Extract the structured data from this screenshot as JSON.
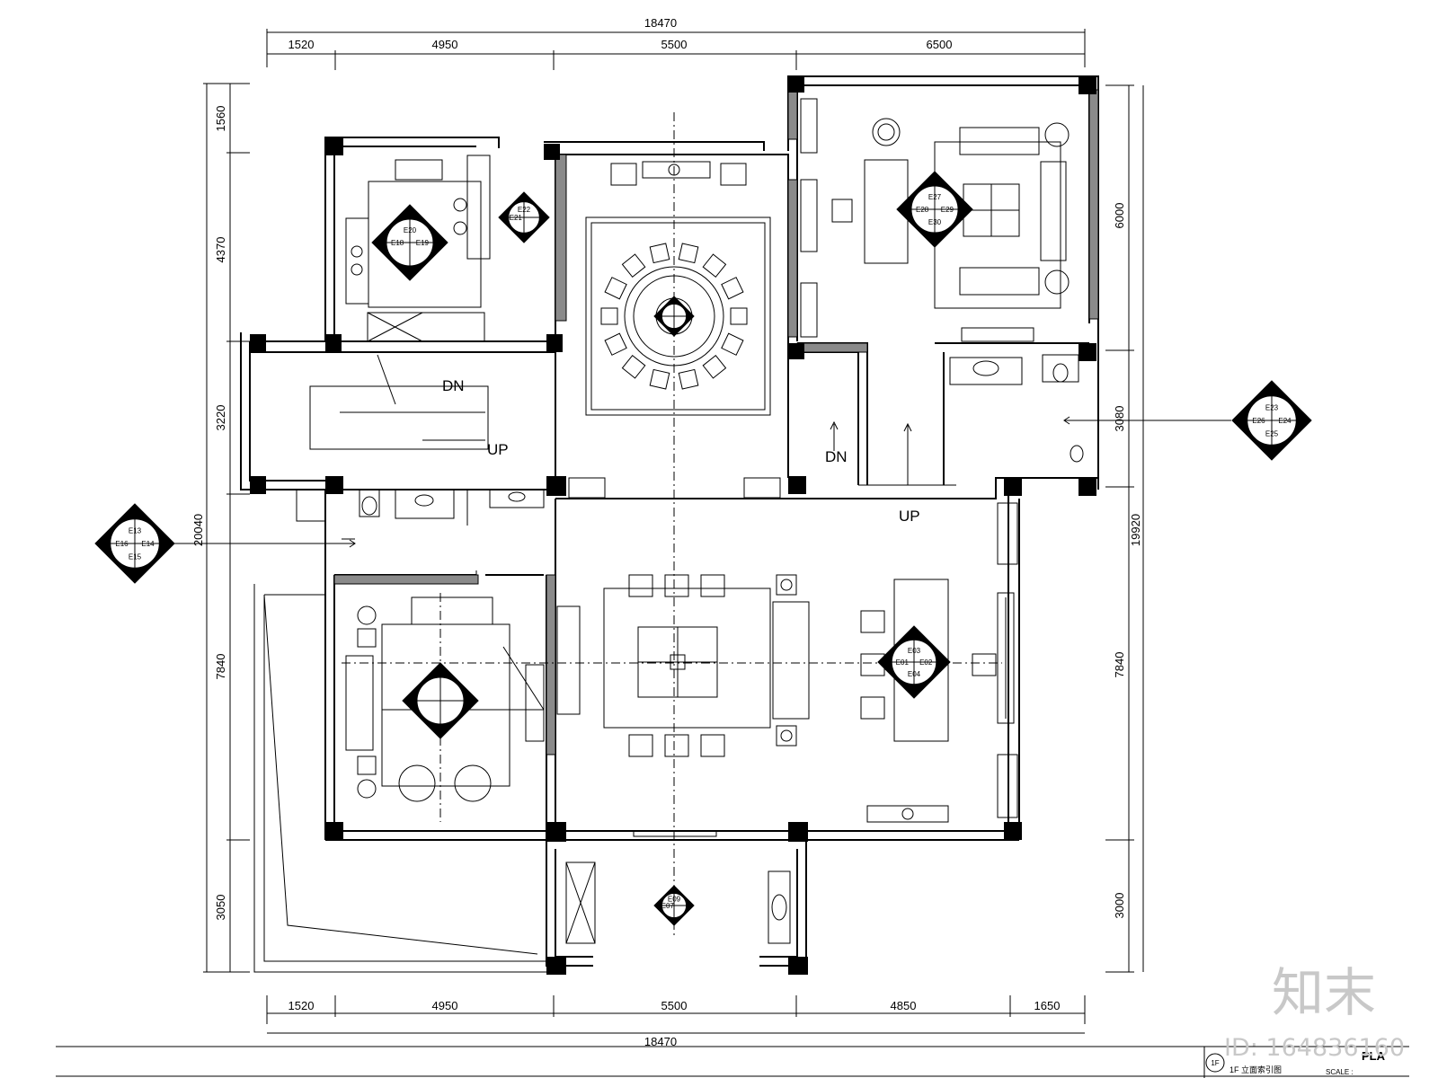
{
  "dimensions": {
    "top_total": "18470",
    "top_segments": [
      "1520",
      "4950",
      "5500",
      "6500"
    ],
    "bottom_total": "18470",
    "bottom_segments": [
      "1520",
      "4950",
      "5500",
      "4850",
      "1650"
    ],
    "left_total": "20040",
    "left_segments": [
      "1560",
      "4370",
      "3220",
      "7840",
      "3050"
    ],
    "right_total": "19920",
    "right_segments": [
      "6000",
      "3080",
      "7840",
      "3000"
    ]
  },
  "labels": {
    "stair_left_dn": "DN",
    "stair_left_up": "UP",
    "stair_right_dn": "DN",
    "stair_right_up": "UP"
  },
  "index_tags": {
    "kitchen_tags": [
      "E20",
      "E18",
      "E19"
    ],
    "kitchen_side_tags": [
      "E22",
      "E21"
    ],
    "tearoom_tags": [
      "E27",
      "E28",
      "E29",
      "E30"
    ],
    "right_marker_tags": [
      "E23",
      "E26",
      "E24",
      "E25"
    ],
    "left_marker_tags": [
      "E13",
      "E16",
      "E14",
      "E15"
    ],
    "living_tags": [
      "E03",
      "E01",
      "E02",
      "E04"
    ],
    "bottom_marker_tags": [
      "E09",
      "E07"
    ]
  },
  "title_block": {
    "title_abbrev": "PLA",
    "scale_label": "SCALE :",
    "sheet_caption": "1F 立面索引图",
    "sheet_badge": "1F"
  },
  "watermark": {
    "brand": "知末",
    "id_text": "ID: 164836160"
  }
}
